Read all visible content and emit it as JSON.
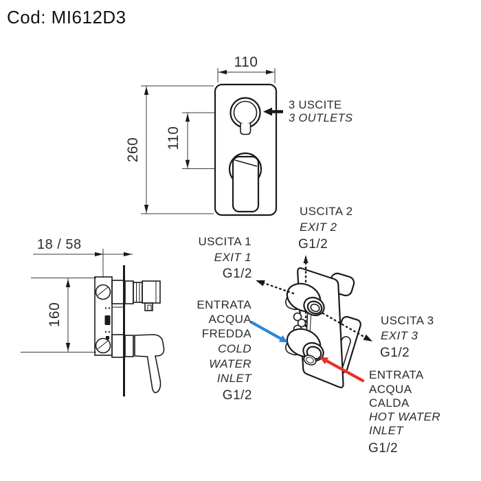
{
  "title": "Cod: MI612D3",
  "front_view": {
    "width_dim": "110",
    "height_dim": "260",
    "handle_spacing_dim": "110",
    "outlets_label_it": "3 USCITE",
    "outlets_label_en": "3 OUTLETS"
  },
  "side_view": {
    "depth_dim": "18 / 58",
    "height_dim": "160"
  },
  "connections": {
    "exit1": {
      "it": "USCITA 1",
      "en": "EXIT 1",
      "thread": "G1/2"
    },
    "exit2": {
      "it": "USCITA 2",
      "en": "EXIT 2",
      "thread": "G1/2"
    },
    "exit3": {
      "it": "USCITA 3",
      "en": "EXIT 3",
      "thread": "G1/2"
    },
    "cold_inlet": {
      "it_line1": "ENTRATA",
      "it_line2": "ACQUA",
      "it_line3": "FREDDA",
      "en_line1": "COLD",
      "en_line2": "WATER",
      "en_line3": "INLET",
      "thread": "G1/2"
    },
    "hot_inlet": {
      "it_line1": "ENTRATA",
      "it_line2": "ACQUA",
      "it_line3": "CALDA",
      "en_line1": "HOT WATER",
      "en_line2": "INLET",
      "thread": "G1/2"
    }
  },
  "colors": {
    "line": "#1a1a1a",
    "cold_arrow": "#2f86d6",
    "hot_arrow": "#e8312a"
  }
}
